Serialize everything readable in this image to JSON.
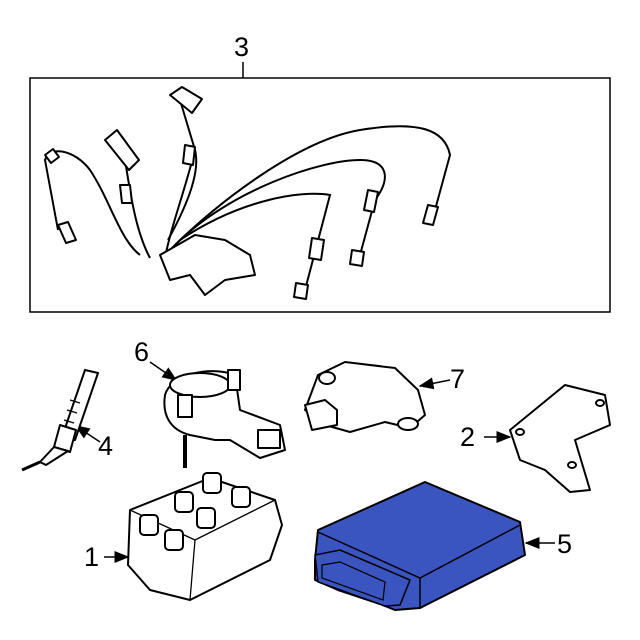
{
  "callouts": {
    "c1": "1",
    "c2": "2",
    "c3": "3",
    "c4": "4",
    "c5": "5",
    "c6": "6",
    "c7": "7"
  },
  "colors": {
    "highlight": "#3a55c0",
    "line": "#000000"
  }
}
